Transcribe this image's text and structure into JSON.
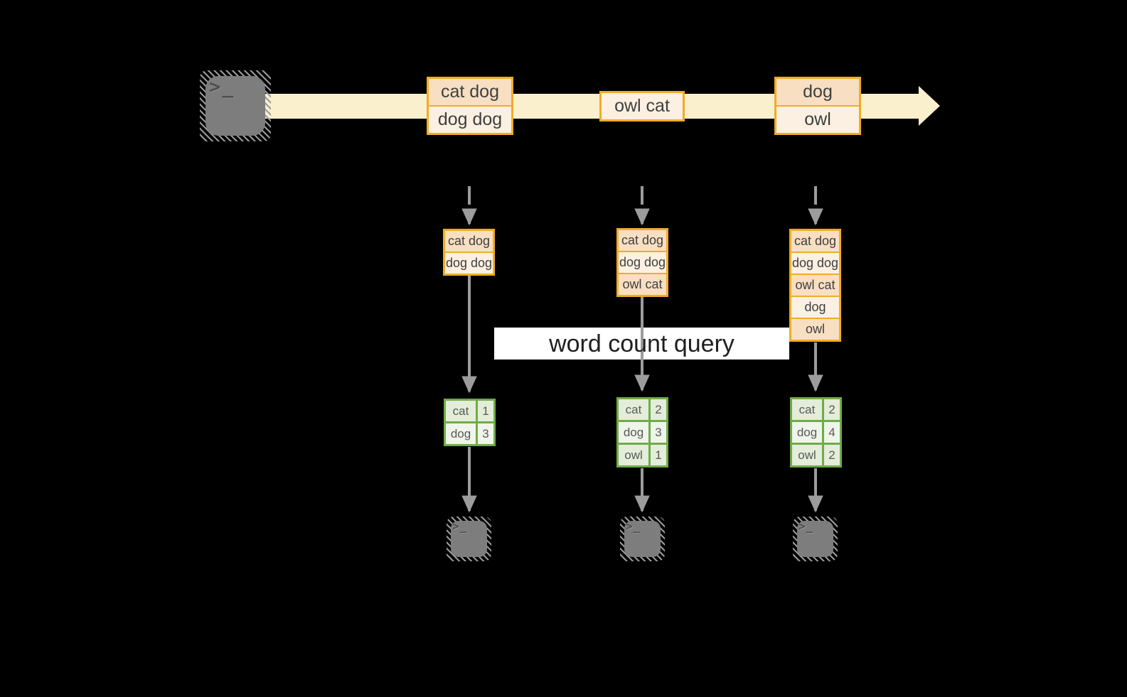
{
  "query_label": "word count query",
  "prompt_glyph": ">_",
  "colors": {
    "accent_gold": "#F0AC27",
    "peach": "#F8DFC2",
    "cream": "#FBF0E1",
    "band": "#FAF0CE",
    "green": "#70AC47",
    "green_cell_dark": "#E3EDD9",
    "green_cell_light": "#F0F5EB",
    "arrow_gray": "#9C9C9C",
    "terminal_gray": "#7D7D7D"
  },
  "stream": {
    "events": [
      {
        "lines": [
          "cat dog",
          "dog dog"
        ]
      },
      {
        "lines": [
          "owl cat"
        ]
      },
      {
        "lines": [
          "dog",
          "owl"
        ]
      }
    ]
  },
  "columns": [
    {
      "buffer": [
        "cat dog",
        "dog dog"
      ],
      "counts": [
        {
          "word": "cat",
          "count": 1
        },
        {
          "word": "dog",
          "count": 3
        }
      ]
    },
    {
      "buffer": [
        "cat dog",
        "dog dog",
        "owl cat"
      ],
      "counts": [
        {
          "word": "cat",
          "count": 2
        },
        {
          "word": "dog",
          "count": 3
        },
        {
          "word": "owl",
          "count": 1
        }
      ]
    },
    {
      "buffer": [
        "cat dog",
        "dog dog",
        "owl cat",
        "dog",
        "owl"
      ],
      "counts": [
        {
          "word": "cat",
          "count": 2
        },
        {
          "word": "dog",
          "count": 4
        },
        {
          "word": "owl",
          "count": 2
        }
      ]
    }
  ]
}
